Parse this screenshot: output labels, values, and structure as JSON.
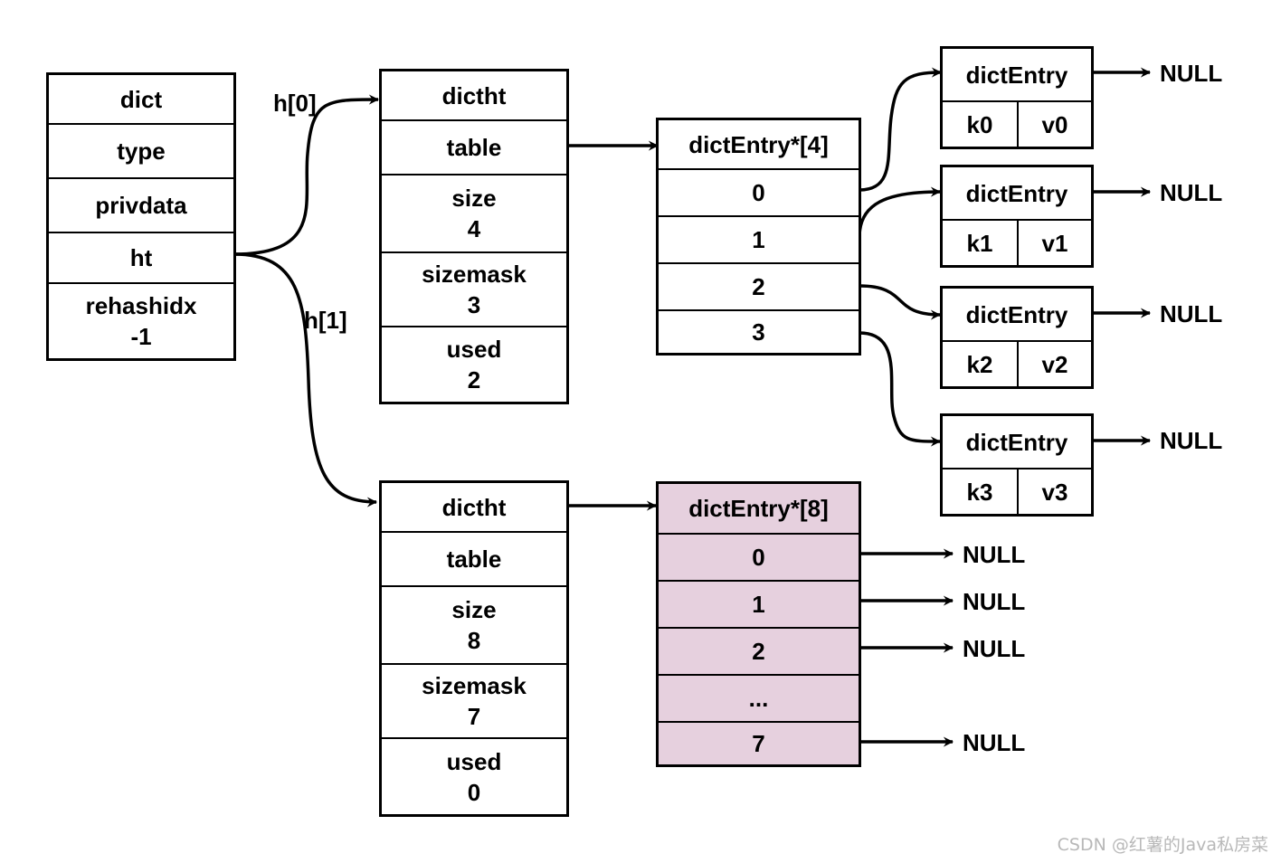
{
  "dict": {
    "title": "dict",
    "type": "type",
    "privdata": "privdata",
    "ht": "ht",
    "rehashidx_label": "rehashidx",
    "rehashidx_value": "-1"
  },
  "edges": {
    "h0": "h[0]",
    "h1": "h[1]"
  },
  "ht0": {
    "title": "dictht",
    "table": "table",
    "size_label": "size",
    "size_value": "4",
    "sizemask_label": "sizemask",
    "sizemask_value": "3",
    "used_label": "used",
    "used_value": "2"
  },
  "ht1": {
    "title": "dictht",
    "table": "table",
    "size_label": "size",
    "size_value": "8",
    "sizemask_label": "sizemask",
    "sizemask_value": "7",
    "used_label": "used",
    "used_value": "0"
  },
  "table0": {
    "title": "dictEntry*[4]",
    "slots": [
      "0",
      "1",
      "2",
      "3"
    ]
  },
  "table1": {
    "title": "dictEntry*[8]",
    "slots": [
      "0",
      "1",
      "2",
      "...",
      "7"
    ],
    "fill_color": "#e6d0de"
  },
  "entries": [
    {
      "title": "dictEntry",
      "key": "k0",
      "value": "v0",
      "next": "NULL"
    },
    {
      "title": "dictEntry",
      "key": "k1",
      "value": "v1",
      "next": "NULL"
    },
    {
      "title": "dictEntry",
      "key": "k2",
      "value": "v2",
      "next": "NULL"
    },
    {
      "title": "dictEntry",
      "key": "k3",
      "value": "v3",
      "next": "NULL"
    }
  ],
  "table1_nulls": [
    "NULL",
    "NULL",
    "NULL",
    "NULL"
  ],
  "watermark": "CSDN @红薯的Java私房菜"
}
